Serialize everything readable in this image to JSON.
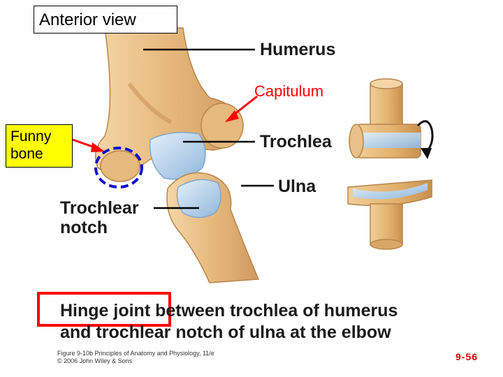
{
  "view_label": "Anterior view",
  "funny_bone_label": "Funny bone",
  "labels": {
    "humerus": "Humerus",
    "capitulum": "Capitulum",
    "trochlea": "Trochlea",
    "ulna": "Ulna",
    "trochlear_notch": "Trochlear notch"
  },
  "caption": {
    "line1": "Hinge joint between trochlea of humerus",
    "line2": "and trochlear notch of ulna at the elbow"
  },
  "credit": {
    "line1": "Figure 9-10b  Principles of Anatomy and Physiology, 11/e",
    "line2": "© 2006 John Wiley & Sons"
  },
  "page_number": "9-56",
  "colors": {
    "bone": "#e8c089",
    "bone_shadow": "#c9945a",
    "cartilage": "#b9d6ef",
    "highlight_red": "#ff0000",
    "dashed_circle": "#1010c8",
    "funny_bone_bg": "#ffff00"
  }
}
